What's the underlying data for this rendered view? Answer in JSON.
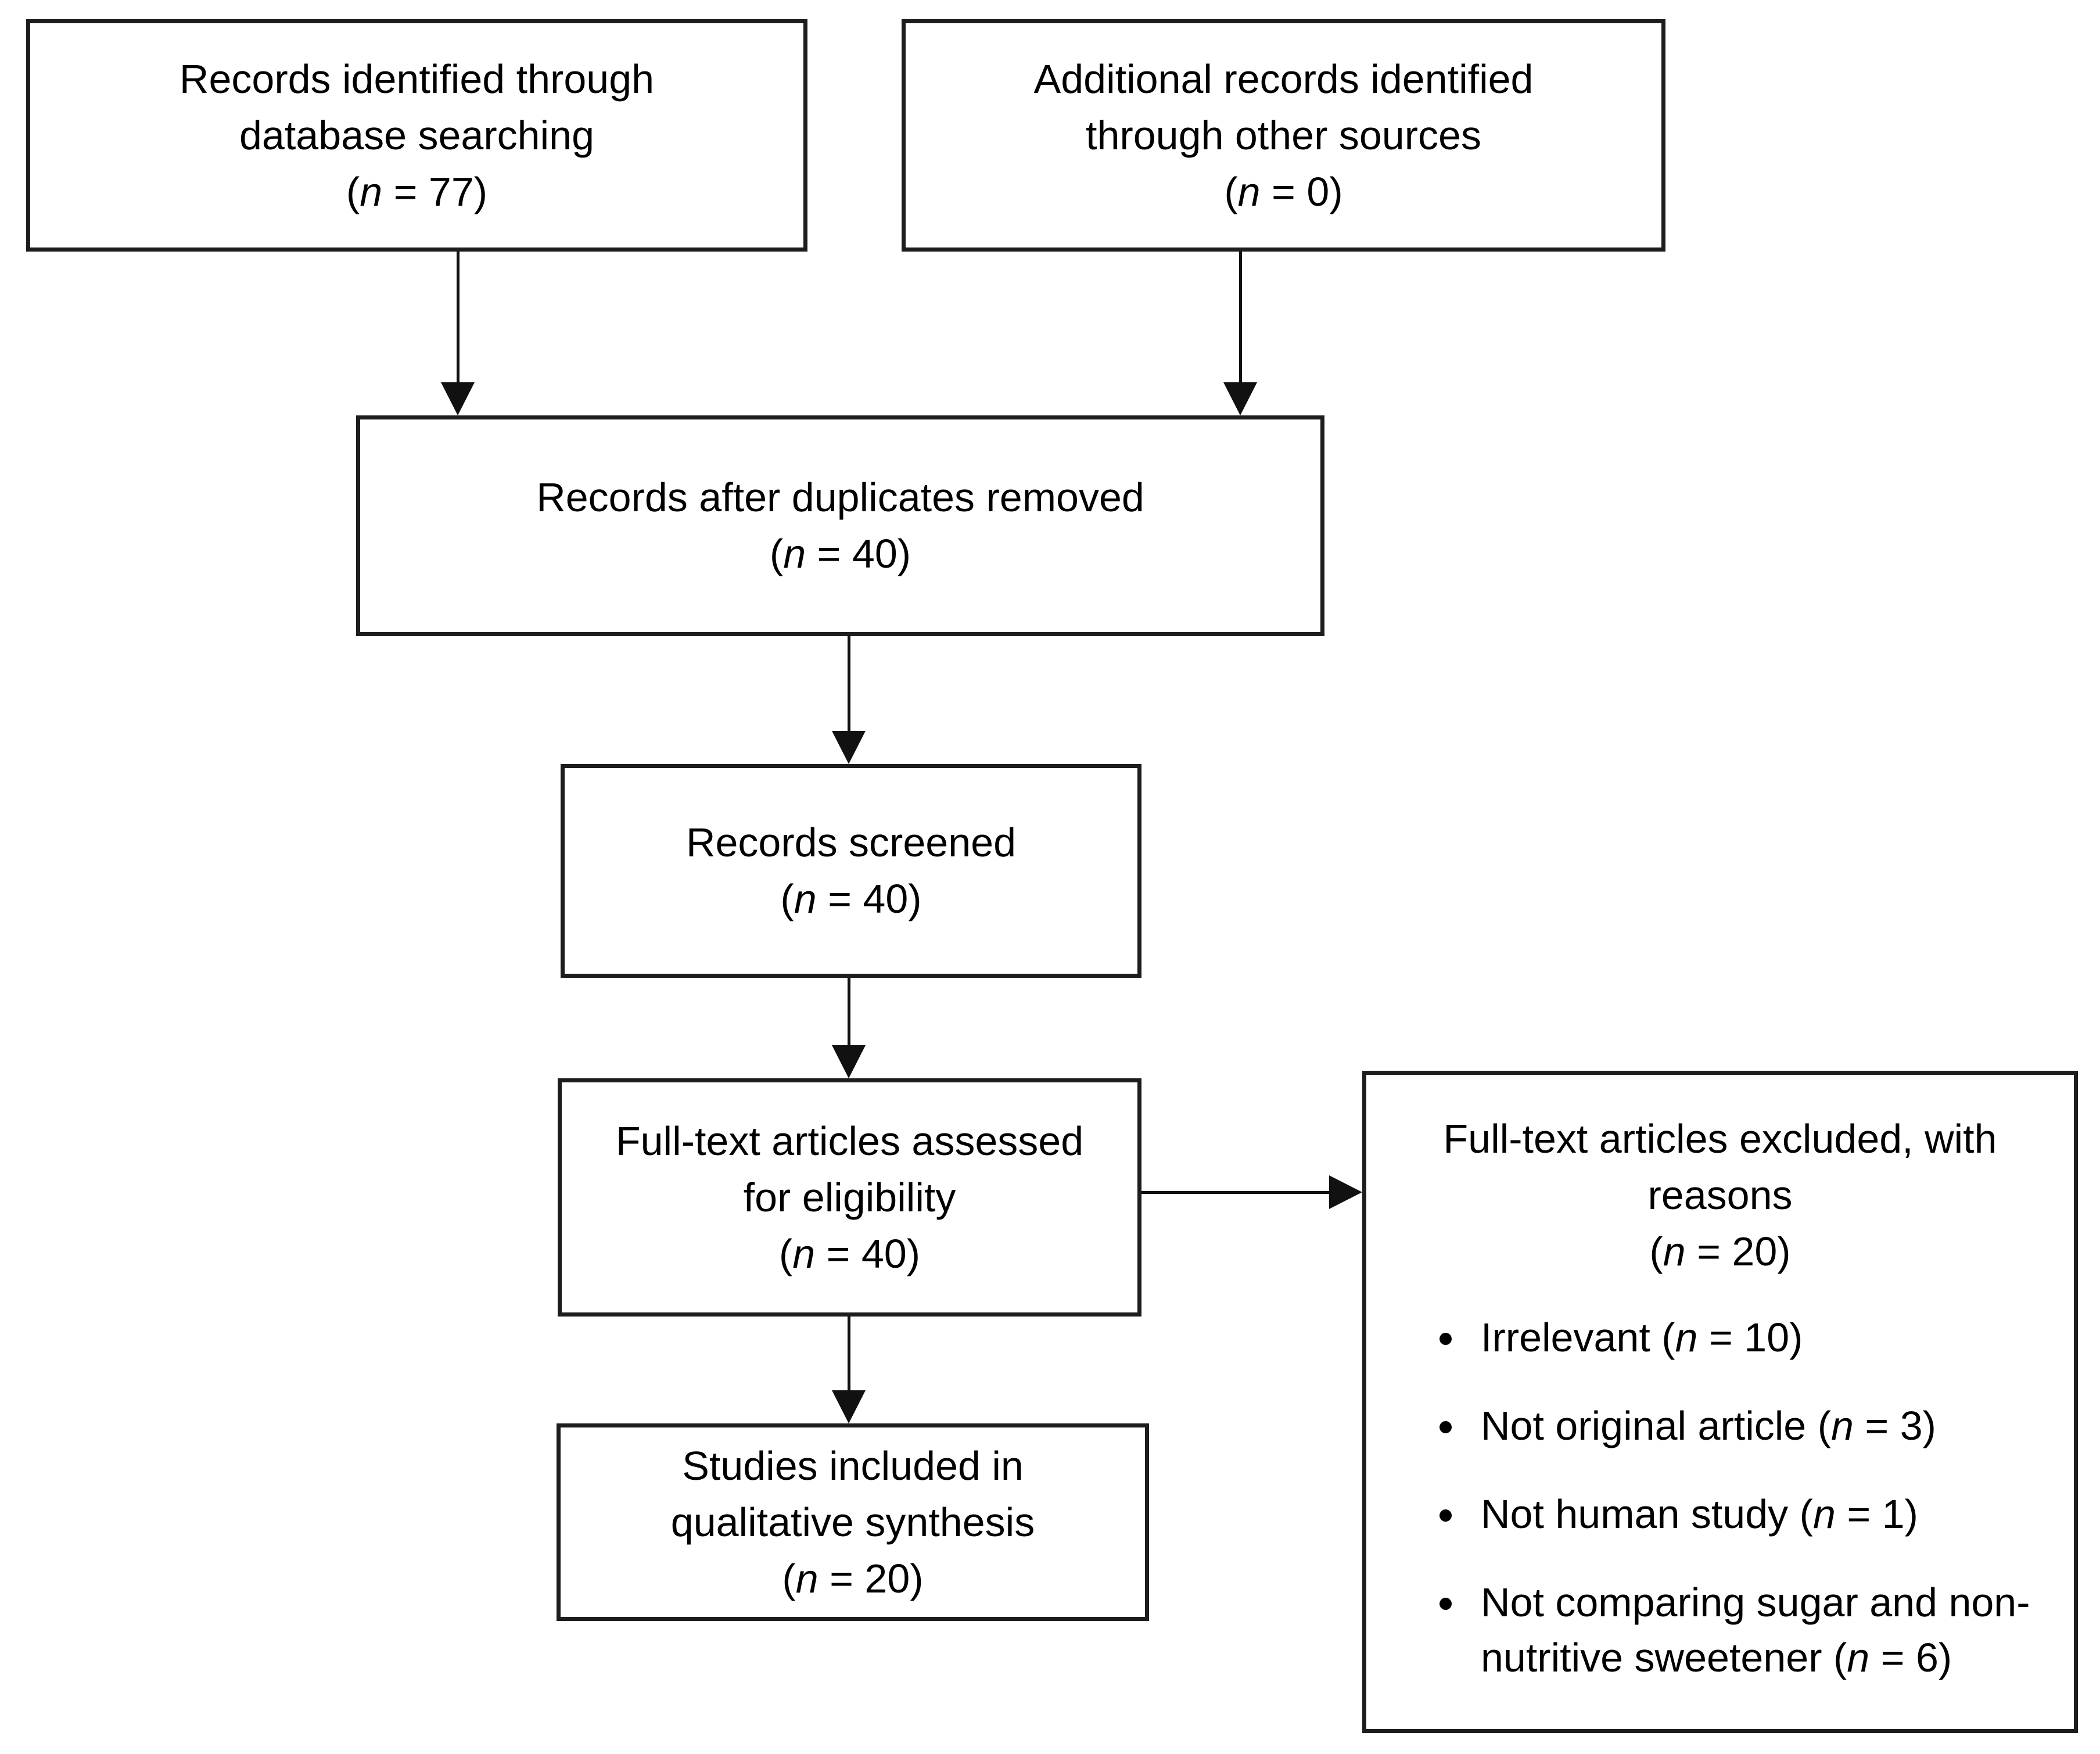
{
  "figure": {
    "colors": {
      "background": "#ffffff",
      "box_border": "#1d1d1d",
      "line": "#111111",
      "text": "#000000"
    },
    "boxes": {
      "records_identified": {
        "lines": [
          "Records identified through",
          "database searching"
        ],
        "count_line": "(n = 77)"
      },
      "additional_records": {
        "lines": [
          "Additional records identified",
          "through other sources"
        ],
        "count_line": "(n = 0)"
      },
      "duplicates_removed": {
        "lines": [
          "Records after duplicates removed"
        ],
        "count_line": "(n = 40)"
      },
      "records_screened": {
        "lines": [
          "Records screened"
        ],
        "count_line": "(n = 40)"
      },
      "fulltext_assessed": {
        "lines": [
          "Full-text articles assessed",
          "for eligibility"
        ],
        "count_line": "(n = 40)"
      },
      "studies_included": {
        "lines": [
          "Studies included in",
          "qualitative synthesis"
        ],
        "count_line": "(n = 20)"
      },
      "fulltext_excluded": {
        "lines": [
          "Full-text articles excluded, with",
          "reasons"
        ],
        "count_line": "(n = 20)",
        "bullets": [
          "Irrelevant (n = 10)",
          "Not original article (n = 3)",
          "Not human study (n = 1)",
          "Not comparing sugar and non-nutritive sweetener (n = 6)"
        ]
      }
    }
  }
}
